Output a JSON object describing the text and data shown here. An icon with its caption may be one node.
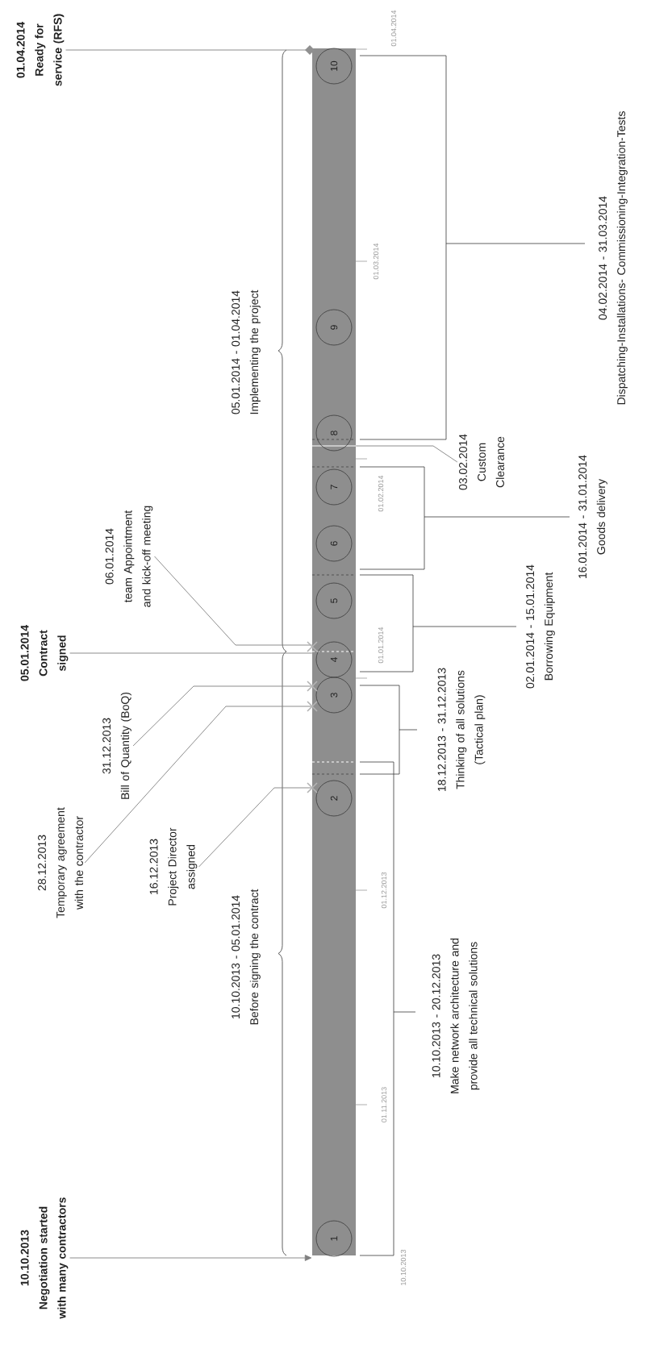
{
  "diagram": {
    "nodes": [
      {
        "text": [],
        "shape": "bar"
      },
      {
        "text": [
          "1"
        ],
        "in": 0
      },
      {
        "text": [
          "2"
        ],
        "in": 0
      },
      {
        "text": [
          "3"
        ],
        "in": 0
      },
      {
        "text": [
          "4"
        ],
        "in": 0
      },
      {
        "text": [
          "5"
        ],
        "in": 0
      },
      {
        "text": [
          "6"
        ],
        "in": 0
      },
      {
        "text": [
          "7"
        ],
        "in": 0
      },
      {
        "text": [
          "8"
        ],
        "in": 0
      },
      {
        "text": [
          "9"
        ],
        "in": 0
      },
      {
        "text": [
          "10"
        ],
        "in": 0
      },
      {
        "text": [
          "10.10.2013",
          "Negotiation started with many contractors"
        ]
      },
      {
        "text": [
          "16.12.2013",
          "Project Director assigned"
        ]
      },
      {
        "text": [
          "28.12.2013",
          "Temporary agreement with the contractor"
        ]
      },
      {
        "text": [
          "31.12.2013",
          "Bill of Quantity (BoQ)"
        ]
      },
      {
        "text": [
          "05.01.2014",
          "Contract signed"
        ]
      },
      {
        "text": [
          "06.01.2014",
          "team Appointment and kick-off meeting"
        ]
      },
      {
        "text": [
          "01.04.2014",
          "Ready for service (RFS)"
        ]
      },
      {
        "text": [
          "03.02.2014",
          "Custom Clearance"
        ]
      }
    ],
    "edges": [
      {
        "from": 11,
        "to": 0,
        "arrow": "to"
      },
      {
        "from": 12,
        "to": 0,
        "arrow": "none"
      },
      {
        "from": 13,
        "to": 0,
        "arrow": "none"
      },
      {
        "from": 14,
        "to": 0,
        "arrow": "none"
      },
      {
        "from": 15,
        "to": 0,
        "arrow": "none"
      },
      {
        "from": 16,
        "to": 0,
        "arrow": "none"
      },
      {
        "from": 17,
        "to": 0,
        "arrow": "none"
      },
      {
        "from": 18,
        "to": 0,
        "arrow": "none"
      }
    ],
    "labels": [
      "10.10.2013 - 05.01.2014",
      "Before signing the contract",
      "05.01.2014 - 01.04.2014",
      "Implementing the project",
      "10.10.2013 - 20.12.2013",
      "Make network architecture and provide all technical solutions",
      "18.12.2013 - 31.12.2013",
      "Thinking of all solutions (Tactical plan)",
      "02.01.2014 - 15.01.2014",
      "Borrowing Equipment",
      "16.01.2014 - 31.01.2014",
      "Goods delivery",
      "04.02.2014 - 31.03.2014",
      "Dispatching-Installations- Commissioning-Integration-Tests",
      "10.10.2013",
      "01.11.2013",
      "01.12.2013",
      "01.01.2014",
      "01.02.2014",
      "01.03.2014",
      "01.04.2014"
    ]
  }
}
